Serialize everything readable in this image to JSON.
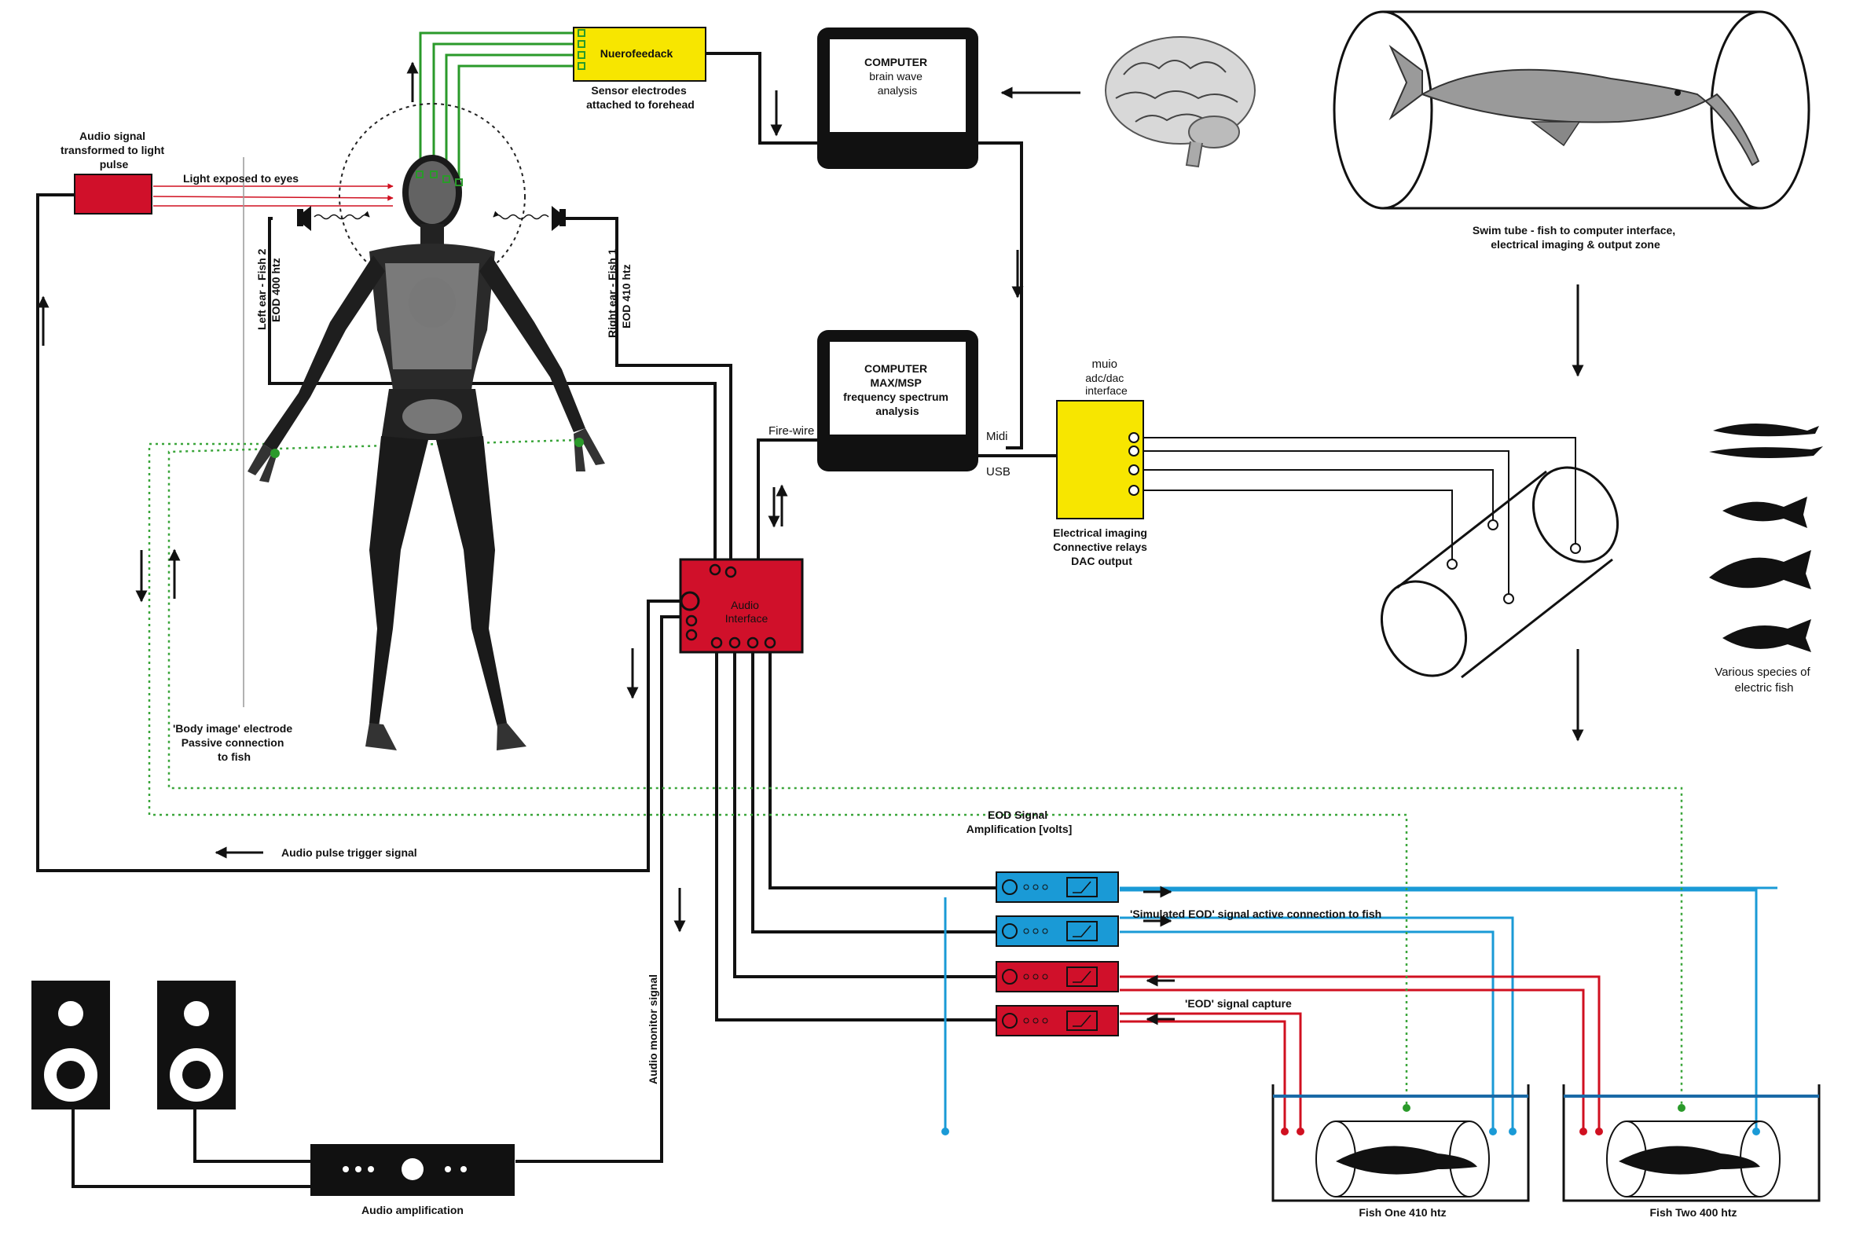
{
  "labels": {
    "neurofeedback": "Nuerofeedack",
    "sensor_electrodes": [
      "Sensor electrodes",
      "attached to forehead"
    ],
    "computer1": [
      "COMPUTER",
      "brain wave",
      "analysis"
    ],
    "computer2": [
      "COMPUTER",
      "MAX/MSP",
      "frequency spectrum",
      "analysis"
    ],
    "audio_signal": [
      "Audio signal",
      "transformed to light",
      "pulse"
    ],
    "light_exposed": "Light exposed to eyes",
    "left_ear": [
      "Left ear - Fish 2",
      "EOD 400 htz"
    ],
    "right_ear": [
      "Right ear - Fish 1",
      "EOD 410 htz"
    ],
    "fire_wire": "Fire-wire",
    "midi": "Midi",
    "usb": "USB",
    "muio": [
      "muio",
      "adc/dac",
      "interface"
    ],
    "electrical_imaging": [
      "Electrical imaging",
      "Connective relays",
      "DAC output"
    ],
    "swim_tube": [
      "Swim tube  - fish to computer interface,",
      "electrical imaging & output zone"
    ],
    "various_species": [
      "Various species of",
      "electric fish"
    ],
    "audio_interface": [
      "Audio",
      "Interface"
    ],
    "body_image": [
      "'Body image' electrode",
      "Passive connection",
      "to fish"
    ],
    "audio_pulse_trigger": "Audio pulse trigger  signal",
    "eod_amplification": [
      "EOD Signal",
      "Amplification [volts]"
    ],
    "simulated_eod": "'Simulated EOD' signal active connection to fish",
    "eod_capture": "'EOD' signal capture",
    "audio_monitor": "Audio monitor signal",
    "audio_amplification": "Audio amplification",
    "fish_one": "Fish One 410 htz",
    "fish_two": "Fish Two 400 htz"
  },
  "colors": {
    "yellow": "#f7e600",
    "red": "#d0102a",
    "blue": "#1a9ad6",
    "green": "#2a9a2a",
    "black": "#111111"
  }
}
